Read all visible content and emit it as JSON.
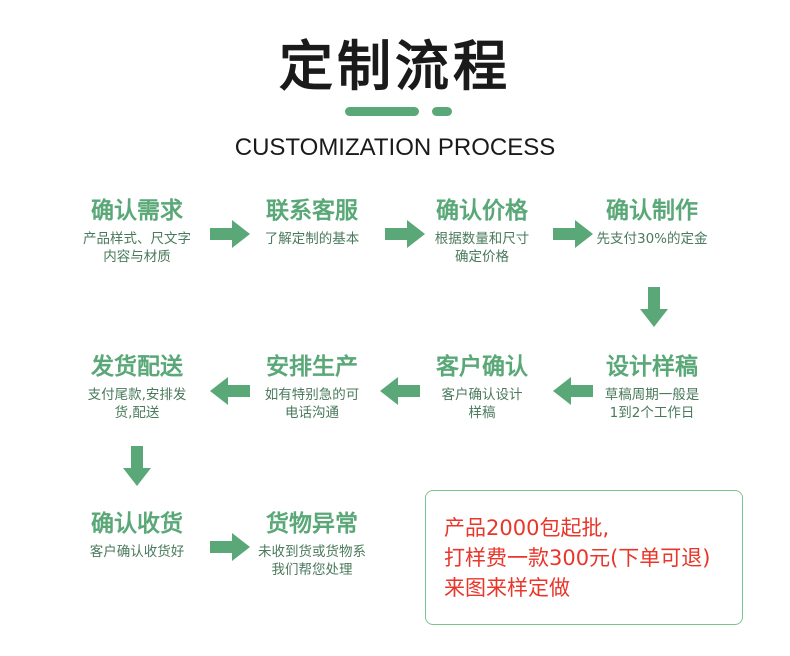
{
  "title": "定制流程",
  "subtitle": "CUSTOMIZATION PROCESS",
  "steps": [
    {
      "title": "确认需求",
      "desc": [
        "产品样式、尺文字",
        "内容与材质"
      ]
    },
    {
      "title": "联系客服",
      "desc": [
        "了解定制的基本"
      ]
    },
    {
      "title": "确认价格",
      "desc": [
        "根据数量和尺寸",
        "确定价格"
      ]
    },
    {
      "title": "确认制作",
      "desc": [
        "先支付30%的定金"
      ]
    },
    {
      "title": "设计样稿",
      "desc": [
        "草稿周期一般是",
        "1到2个工作日"
      ]
    },
    {
      "title": "客户确认",
      "desc": [
        "客户确认设计",
        "样稿"
      ]
    },
    {
      "title": "安排生产",
      "desc": [
        "如有特别急的可",
        "电话沟通"
      ]
    },
    {
      "title": "发货配送",
      "desc": [
        "支付尾款,安排发",
        "货,配送"
      ]
    },
    {
      "title": "确认收货",
      "desc": [
        "客户确认收货好"
      ]
    },
    {
      "title": "货物异常",
      "desc": [
        "未收到货或货物系",
        "我们帮您处理"
      ]
    }
  ],
  "note": {
    "lines": [
      "产品2000包起批,",
      "打样费一款300元(下单可退)",
      "来图来样定做"
    ]
  },
  "colors": {
    "accent": "#5aa878",
    "note_text": "#e8362b",
    "note_border": "#7cc48e"
  }
}
